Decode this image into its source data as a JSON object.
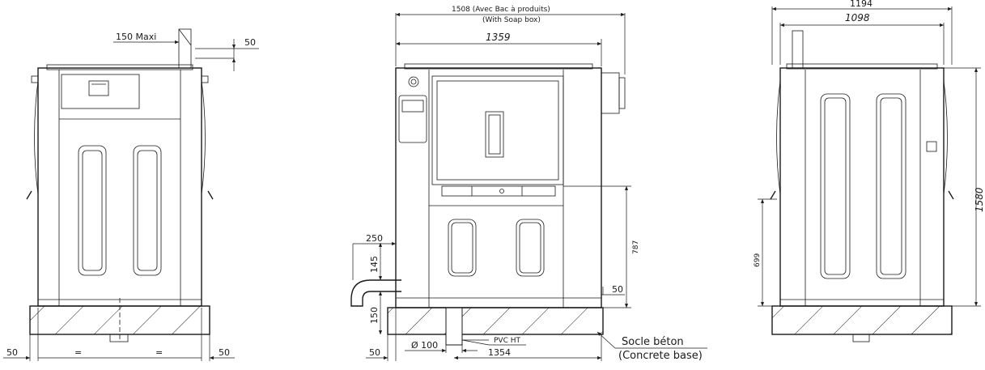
{
  "front": {
    "exhaust_max": "150 Maxi",
    "top_offset": "50",
    "left_margin": "50",
    "right_margin": "50",
    "half_left": "=",
    "half_right": "="
  },
  "side": {
    "width_with_box_fr": "1508 (Avec Bac à produits)",
    "width_with_box_en": "(With Soap box)",
    "width": "1359",
    "drain_horizontal": "250",
    "drain_vertical": "145",
    "drain_height": "150",
    "left_margin": "50",
    "pipe_diameter": "Ø 100",
    "pipe_type": "PVC HT",
    "base_length": "1354",
    "door_height": "787",
    "door_offset": "50",
    "base_label_fr": "Socle béton",
    "base_label_en": "(Concrete base)"
  },
  "rear": {
    "overall_width": "1194",
    "body_width": "1098",
    "total_height": "1580",
    "connection_height": "699"
  },
  "colors": {
    "line": "#1a1a1a",
    "background": "#ffffff"
  }
}
